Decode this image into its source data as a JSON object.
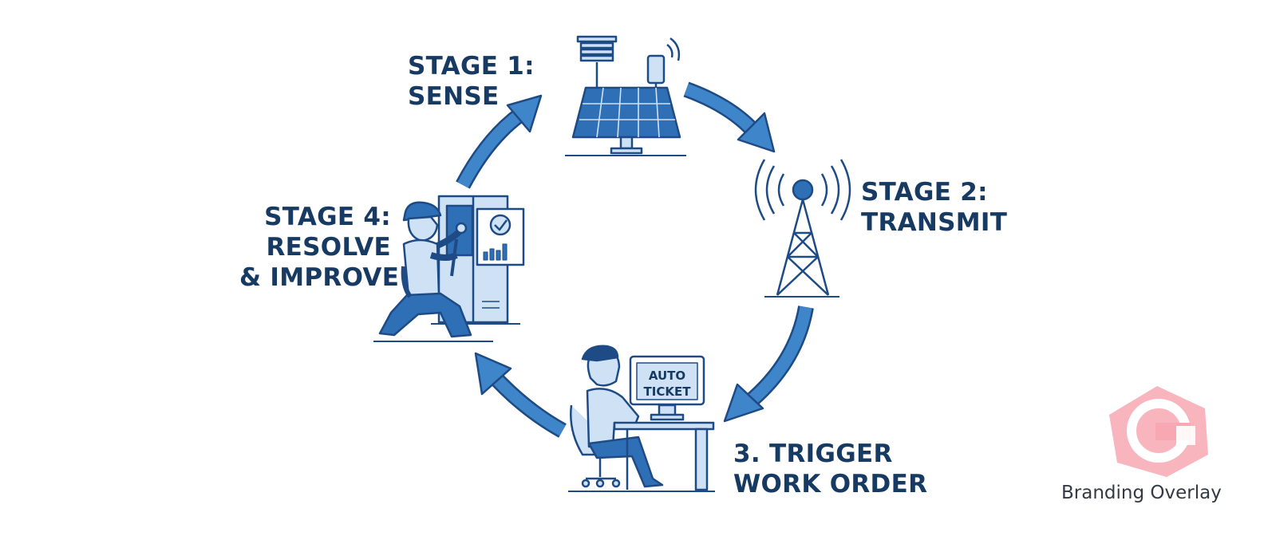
{
  "stages": [
    {
      "lines": [
        "STAGE 1:",
        "SENSE"
      ],
      "icon": "solar-sensor-station-icon"
    },
    {
      "lines": [
        "STAGE 2:",
        "TRANSMIT"
      ],
      "icon": "radio-tower-icon"
    },
    {
      "lines": [
        "3. TRIGGER",
        "WORK ORDER"
      ],
      "icon": "operator-computer-icon"
    },
    {
      "lines": [
        "STAGE 4:",
        "RESOLVE",
        "& IMPROVE"
      ],
      "icon": "technician-repair-icon"
    }
  ],
  "monitor": {
    "line1": "AUTO",
    "line2": "TICKET"
  },
  "branding": {
    "text": "Branding Overlay",
    "icon": "brand-logo-icon"
  },
  "colors": {
    "text": "#173a63",
    "arrow": "#3f85c9",
    "outline": "#1e4b85",
    "fill": "#cfe2f5",
    "brand": "#f06a7c"
  }
}
